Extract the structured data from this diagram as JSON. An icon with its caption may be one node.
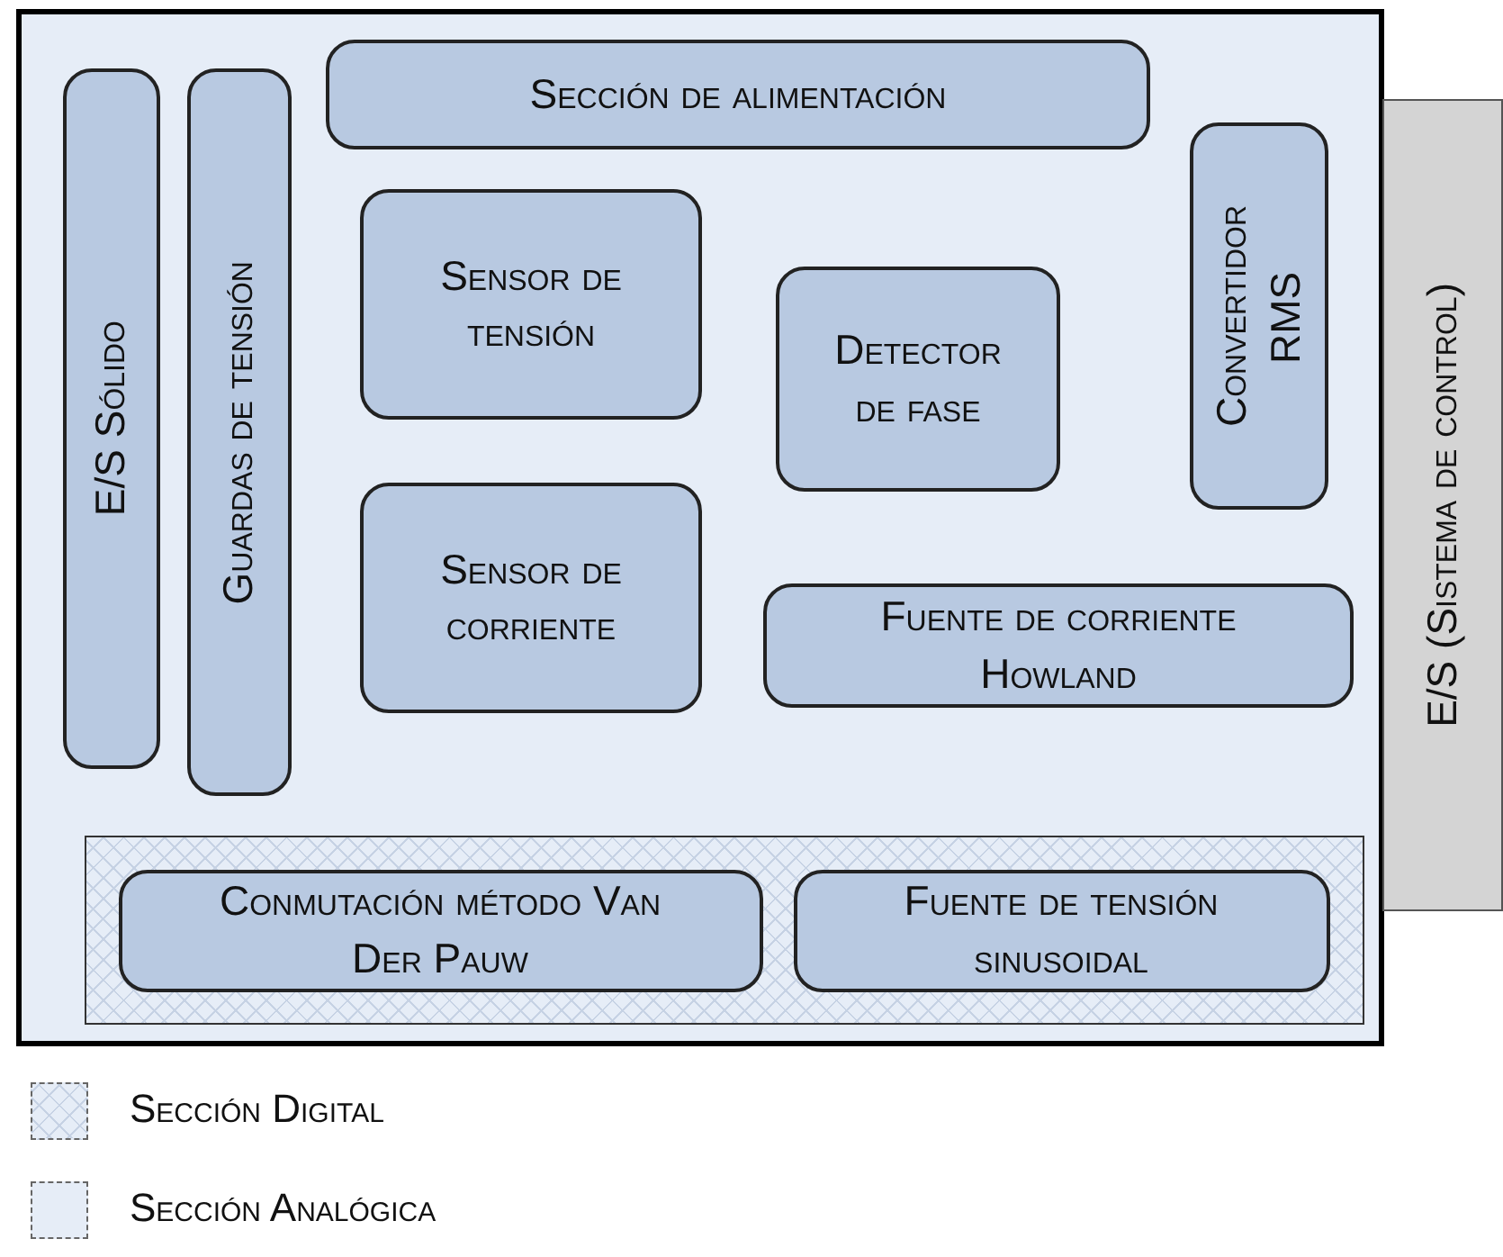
{
  "diagram": {
    "nodes": [
      {
        "text": [],
        "shape": "box"
      },
      {
        "text": [
          "E/S (Sistema de control)"
        ]
      },
      {
        "text": [
          "Sección de alimentación"
        ],
        "in": 0
      },
      {
        "text": [
          "E/S Sólido"
        ],
        "in": 0
      },
      {
        "text": [
          "Guardas de tensión"
        ],
        "in": 0
      },
      {
        "text": [
          "Sensor de tensión"
        ],
        "in": 0
      },
      {
        "text": [
          "Detector de fase"
        ],
        "in": 0
      },
      {
        "text": [
          "Convertidor RMS"
        ],
        "in": 0
      },
      {
        "text": [
          "Sensor de corriente"
        ],
        "in": 0
      },
      {
        "text": [
          "Fuente de corriente Howland"
        ],
        "in": 0
      },
      {
        "text": [],
        "shape": "box",
        "in": 0
      },
      {
        "text": [
          "Conmutación método Van Der Pauw"
        ],
        "in": 10
      },
      {
        "text": [
          "Fuente de tensión sinusoidal"
        ],
        "in": 10
      }
    ],
    "legend": [
      {
        "text": "Sección Digital"
      },
      {
        "text": "Sección Analógica",
        "color": "#e6edf7"
      }
    ]
  }
}
